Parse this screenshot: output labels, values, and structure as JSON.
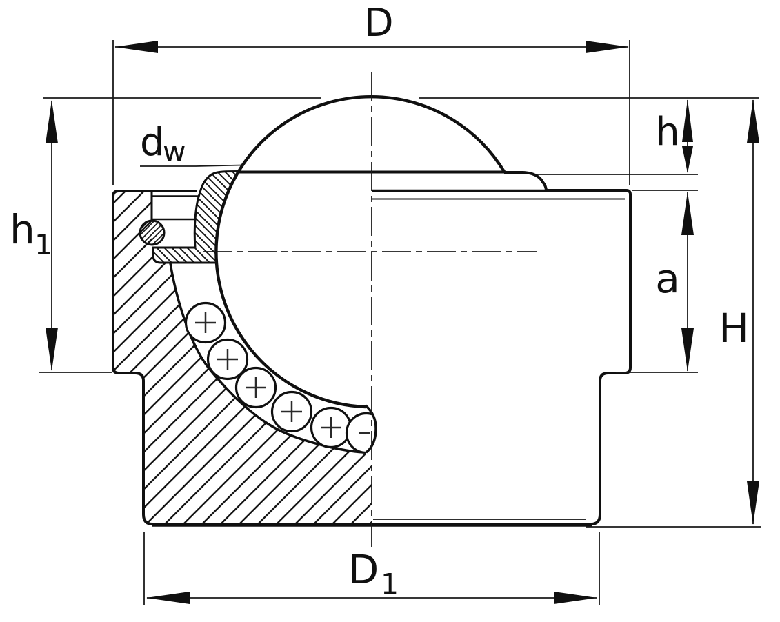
{
  "figure": {
    "title": "Ball transfer unit cross-section technical drawing",
    "type": "technical-line-drawing",
    "ink_color": "#101010",
    "background_color": "#ffffff",
    "dimension_labels": {
      "outer_diameter": {
        "main": "D"
      },
      "body_diameter": {
        "main": "D",
        "sub": "1"
      },
      "ball_diameter": {
        "main": "d",
        "sub": "w"
      },
      "ball_protrusion": {
        "main": "h"
      },
      "flange_height": {
        "main": "h",
        "sub": "1"
      },
      "collar_height": {
        "main": "a"
      },
      "total_height": {
        "main": "H"
      }
    }
  }
}
